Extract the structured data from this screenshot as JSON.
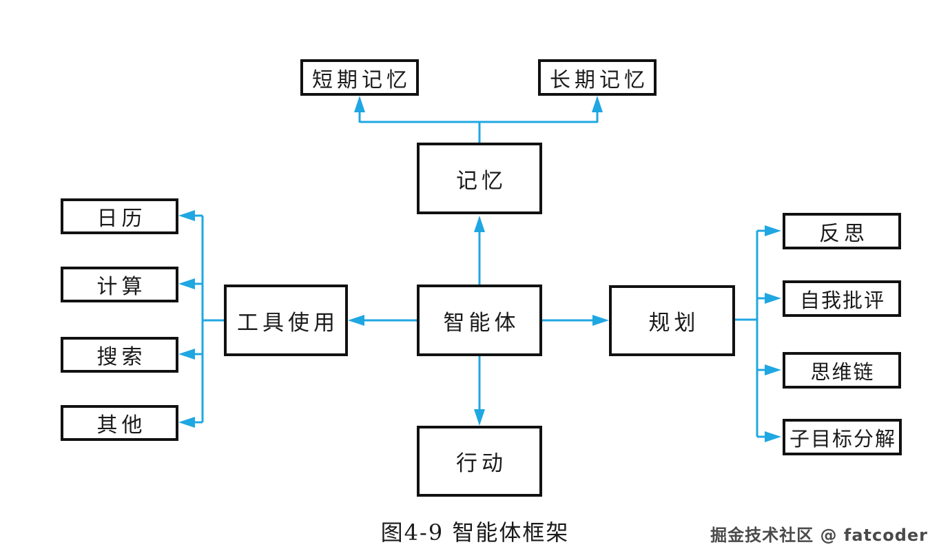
{
  "diagram": {
    "title_node": "智能体",
    "nodes": {
      "agent": "智能体",
      "memory": "记忆",
      "action": "行动",
      "tool_use": "工具使用",
      "planning": "规划",
      "short_term_memory": "短期记忆",
      "long_term_memory": "长期记忆",
      "calendar": "日历",
      "calculation": "计算",
      "search": "搜索",
      "other": "其他",
      "reflection": "反思",
      "self_criticism": "自我批评",
      "chain_of_thought": "思维链",
      "subgoal_decomposition": "子目标分解"
    },
    "edges": [
      "智能体 -> 记忆",
      "记忆 -> 短期记忆",
      "记忆 -> 长期记忆",
      "智能体 -> 工具使用",
      "工具使用 -> 日历",
      "工具使用 -> 计算",
      "工具使用 -> 搜索",
      "工具使用 -> 其他",
      "智能体 -> 规划",
      "规划 -> 反思",
      "规划 -> 自我批评",
      "规划 -> 思维链",
      "规划 -> 子目标分解",
      "智能体 -> 行动"
    ]
  },
  "caption": "图4-9 智能体框架",
  "watermark": "掘金技术社区 @ fatcoder",
  "colors": {
    "arrow": "#1fa7e2",
    "box_border": "#111111",
    "text": "#1a1a1a",
    "background": "#ffffff",
    "watermark": "#4a4a4a"
  }
}
